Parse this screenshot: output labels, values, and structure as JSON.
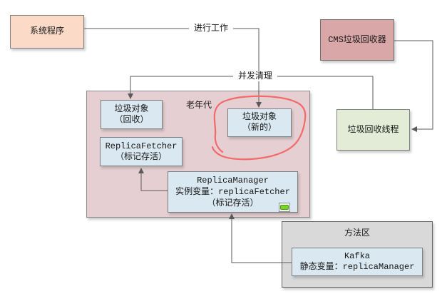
{
  "diagram": {
    "nodes": {
      "system_program": {
        "label": "系统程序"
      },
      "cms_collector": {
        "label": "CMS垃圾回收器"
      },
      "gc_thread": {
        "label": "垃圾回收线程"
      },
      "old_gen_region": {
        "label": "老年代"
      },
      "garbage_recycled": {
        "line1": "垃圾对象",
        "line2": "（回收）"
      },
      "garbage_new": {
        "line1": "垃圾对象",
        "line2": "（新的）"
      },
      "replica_fetcher": {
        "line1": "ReplicaFetcher",
        "line2": "（标记存活）"
      },
      "replica_manager": {
        "line1": "ReplicaManager",
        "line2": "实例变量：replicaFetcher",
        "line3": "（标记存活）"
      },
      "method_area_region": {
        "label": "方法区"
      },
      "kafka_static": {
        "line1": "Kafka",
        "line2": "静态变量：replicaManager"
      }
    },
    "edge_labels": {
      "do_work": "进行工作",
      "concurrent_clean": "并发清理"
    },
    "edges": [
      {
        "from": "系统程序",
        "to": "垃圾对象（新的）",
        "label": "进行工作"
      },
      {
        "from": "垃圾回收线程",
        "to": "垃圾对象（回收）",
        "label": "并发清理"
      },
      {
        "from": "CMS垃圾回收器",
        "to": "垃圾回收线程",
        "label": ""
      },
      {
        "from": "Kafka 静态变量：replicaManager",
        "to": "ReplicaManager",
        "label": ""
      },
      {
        "from": "ReplicaManager 实例变量：replicaFetcher",
        "to": "ReplicaFetcher",
        "label": ""
      }
    ],
    "colors": {
      "peach_fill": "#fbdbc7",
      "rose_fill": "#d9a7a8",
      "green_fill": "#e3ecd6",
      "gray_fill": "#d9d9d9",
      "pink_region_fill": "#e6cfd2",
      "blue_fill": "#d9e8f1",
      "connector": "#5a5a5a",
      "red_marker": "#f26b6b",
      "icon_green": "#7bd42a"
    }
  }
}
